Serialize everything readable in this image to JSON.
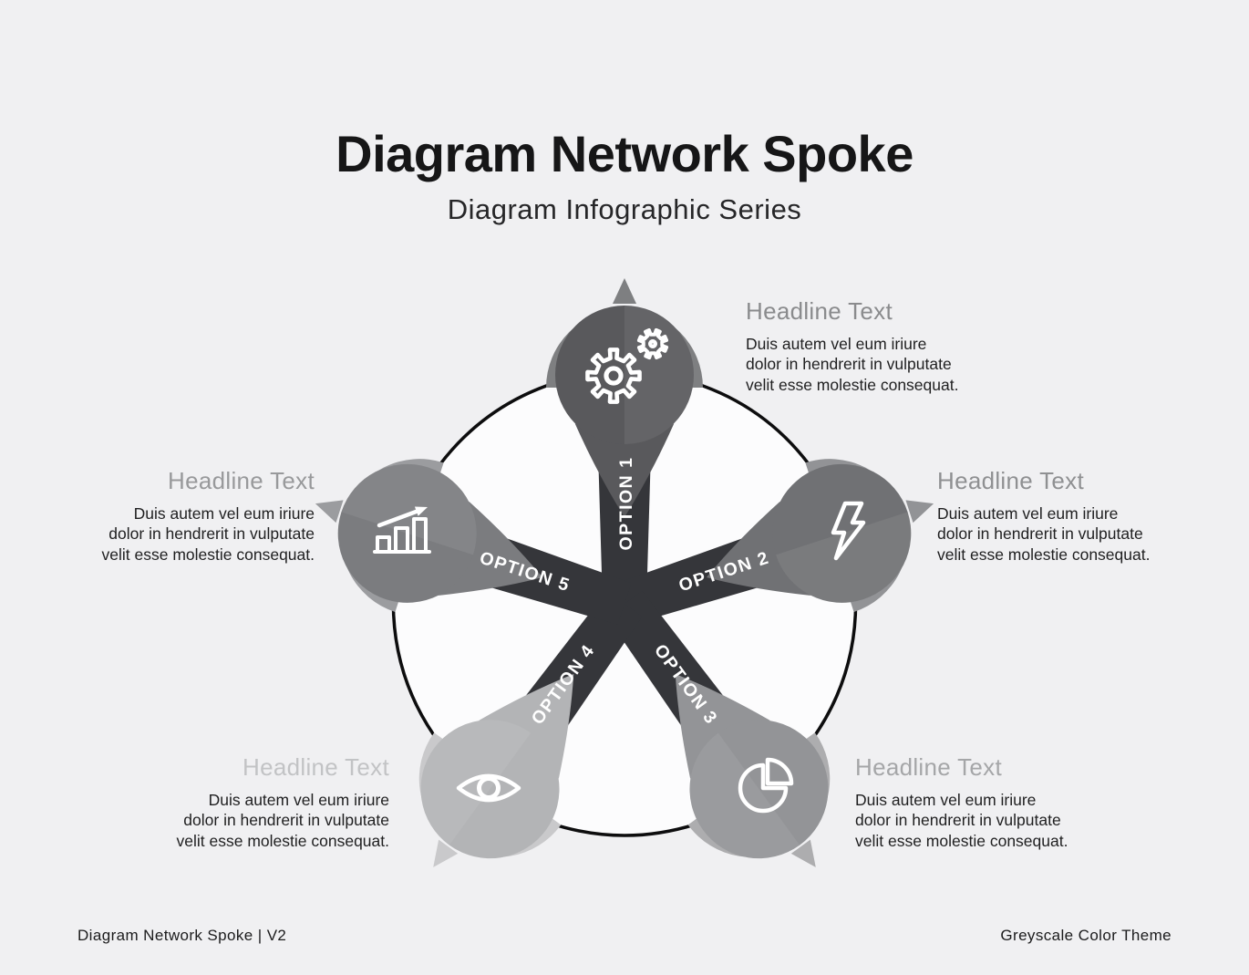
{
  "page": {
    "background": "#f0f0f2",
    "title": "Diagram Network Spoke",
    "subtitle": "Diagram Infographic Series"
  },
  "footer": {
    "left": "Diagram Network Spoke | V2",
    "right": "Greyscale Color Theme"
  },
  "diagram": {
    "center_color": "#35363a",
    "web_fill": "#fcfcfd",
    "web_stroke": "#0d0d0e",
    "options": [
      {
        "label": "OPTION 1",
        "icon": "gears-icon",
        "body_color": "#59595c",
        "ring_color": "#7e7f81",
        "headline": "Headline Text",
        "headline_color": "#8a8b8d",
        "text_lines": [
          "Duis autem vel eum iriure",
          "dolor in hendrerit in vulputate",
          "velit esse molestie consequat."
        ]
      },
      {
        "label": "OPTION 2",
        "icon": "lightning-icon",
        "body_color": "#707174",
        "ring_color": "#929396",
        "headline": "Headline Text",
        "headline_color": "#8f9092",
        "text_lines": [
          "Duis autem vel eum iriure",
          "dolor in hendrerit in vulputate",
          "velit esse molestie consequat."
        ]
      },
      {
        "label": "OPTION 3",
        "icon": "pie-chart-icon",
        "body_color": "#939497",
        "ring_color": "#adadaf",
        "headline": "Headline Text",
        "headline_color": "#a5a6a8",
        "text_lines": [
          "Duis autem vel eum iriure",
          "dolor in hendrerit in vulputate",
          "velit esse molestie consequat."
        ]
      },
      {
        "label": "OPTION 4",
        "icon": "eye-icon",
        "body_color": "#b3b4b6",
        "ring_color": "#c9c9cb",
        "headline": "Headline Text",
        "headline_color": "#c2c3c5",
        "text_lines": [
          "Duis autem vel eum iriure",
          "dolor in hendrerit in vulputate",
          "velit esse molestie consequat."
        ]
      },
      {
        "label": "OPTION 5",
        "icon": "bar-chart-icon",
        "body_color": "#7b7c7f",
        "ring_color": "#9b9c9f",
        "headline": "Headline Text",
        "headline_color": "#98999b",
        "text_lines": [
          "Duis autem vel eum iriure",
          "dolor in hendrerit in vulputate",
          "velit esse molestie consequat."
        ]
      }
    ]
  }
}
